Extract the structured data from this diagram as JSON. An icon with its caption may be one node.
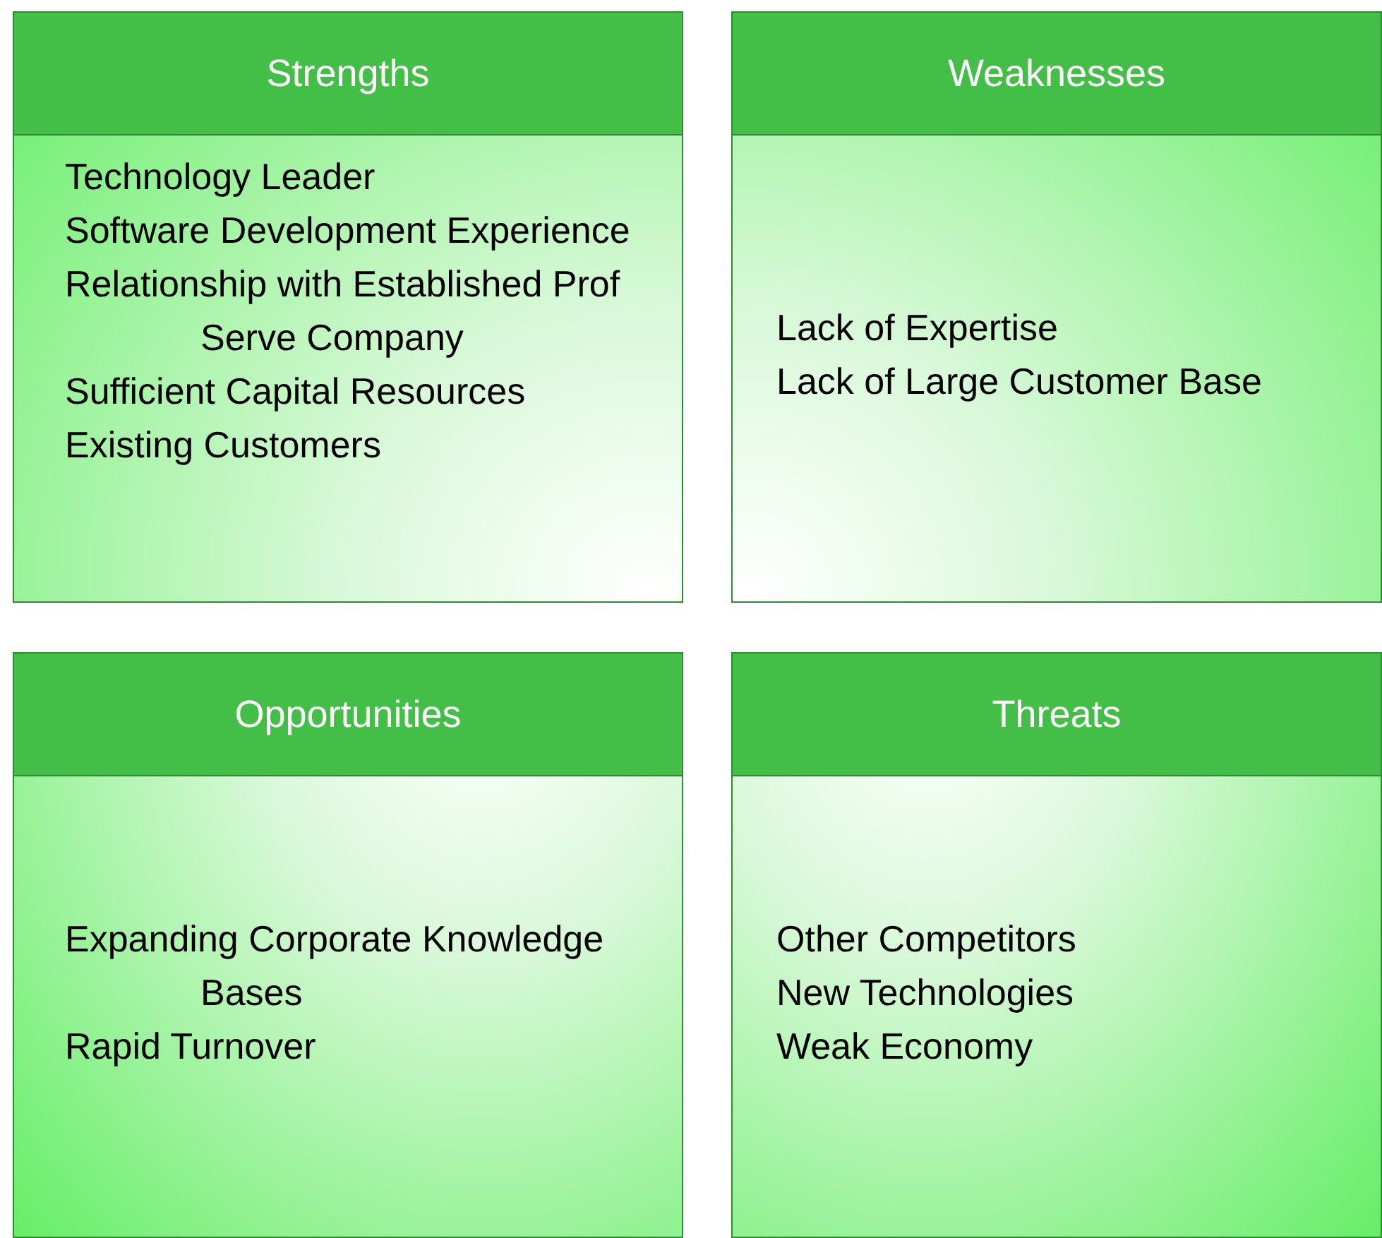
{
  "diagram": {
    "nodes": [
      {
        "text": [
          "Strengths",
          "Technology Leader",
          "Software Development Experience",
          "Relationship with Established Prof Serve Company",
          "Sufficient Capital Resources",
          "Existing Customers"
        ]
      },
      {
        "text": [
          "Weaknesses",
          "Lack of Expertise",
          "Lack of Large Customer Base"
        ]
      },
      {
        "text": [
          "Opportunities",
          "Expanding Corporate Knowledge Bases",
          "Rapid Turnover"
        ]
      },
      {
        "text": [
          "Threats",
          "Other Competitors",
          "New Technologies",
          "Weak Economy"
        ]
      }
    ]
  }
}
